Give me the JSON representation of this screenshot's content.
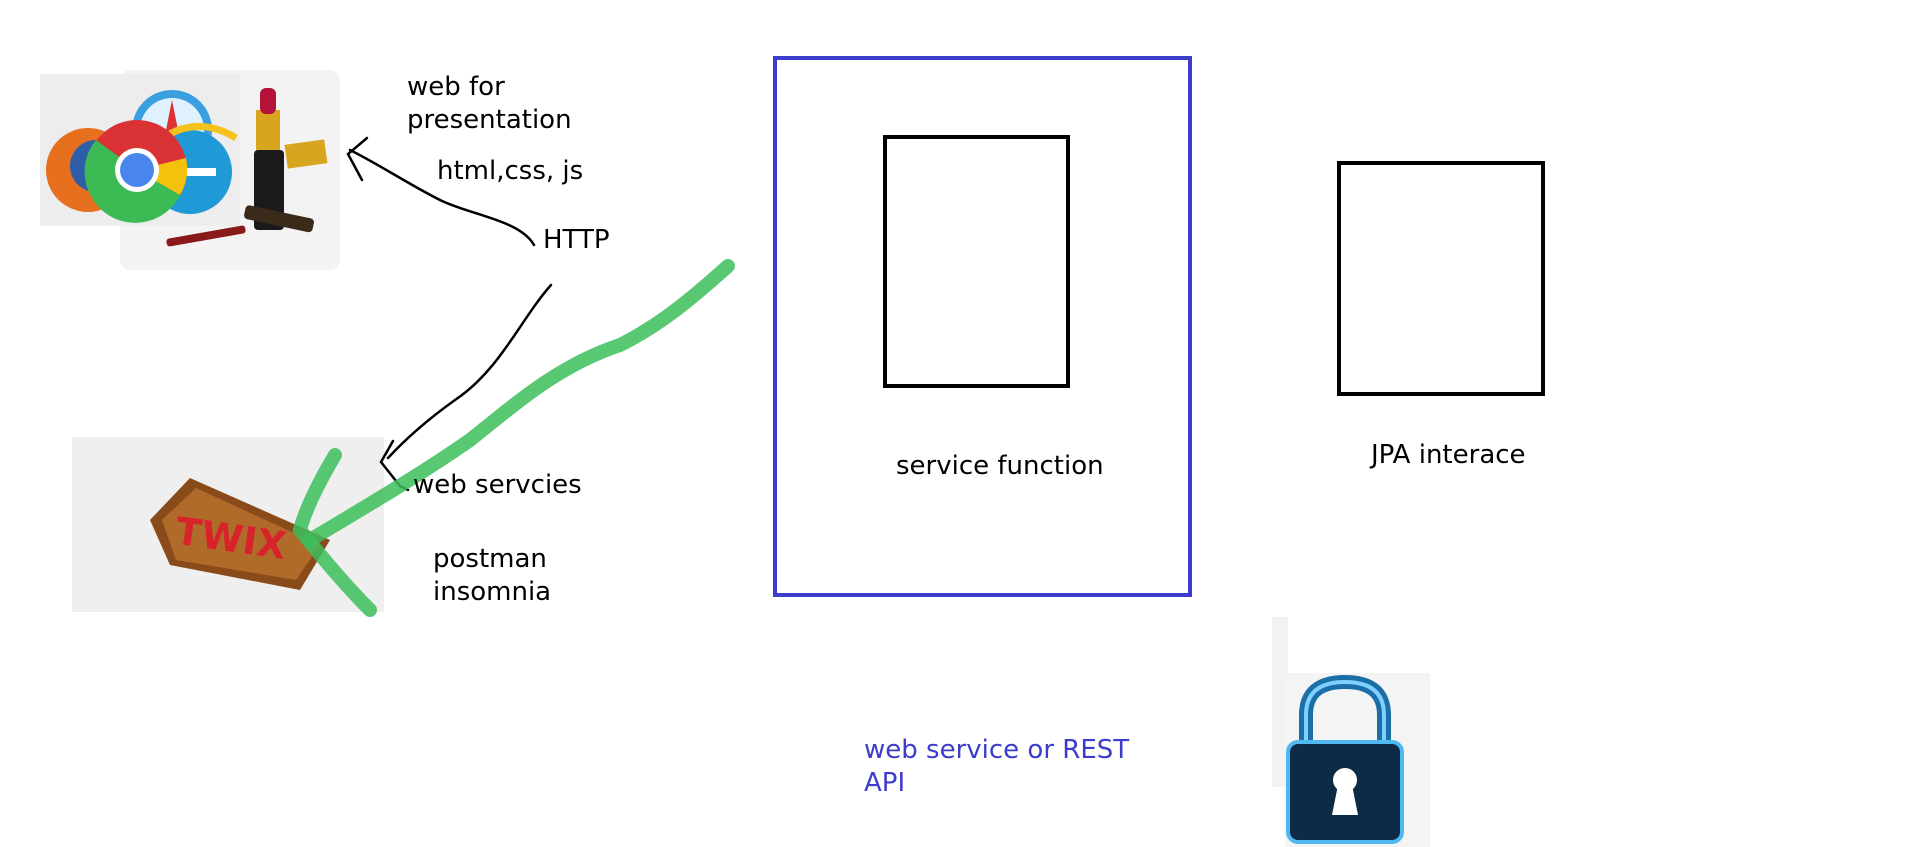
{
  "labels": {
    "web_for_line1": "web for",
    "web_for_line2": "presentation",
    "html_css_js": "html,css, js",
    "http": "HTTP",
    "web_services": "web servcies",
    "postman": "postman",
    "insomnia": "insomnia",
    "service_function": "service function",
    "jpa_interface": "JPA interace",
    "rest_line1": "web service or REST",
    "rest_line2": "API"
  },
  "images": {
    "browsers": [
      "firefox-icon",
      "chrome-icon",
      "safari-icon",
      "internet-explorer-icon",
      "lipstick-icon"
    ],
    "candy": {
      "name": "twix-icon",
      "text": "TWIX"
    },
    "lock": "padlock-icon"
  },
  "colors": {
    "outer_box": "#3c3ccd",
    "inner_box": "#000000",
    "green_stroke": "#3cbe5a",
    "ink": "#000000",
    "blue_text": "#3c3ccd"
  }
}
